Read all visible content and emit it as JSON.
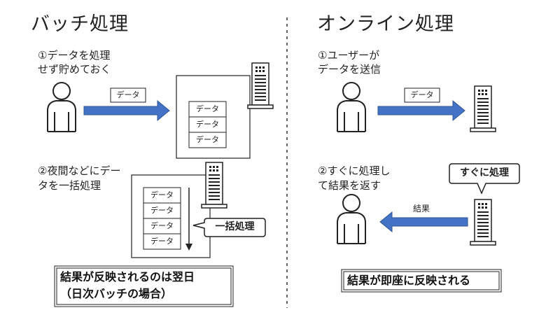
{
  "batch": {
    "title": "バッチ処理",
    "step1_line1": "①データを処理",
    "step1_line2": "せず貯めておく",
    "arrow_label": "データ",
    "stored_items": [
      "データ",
      "データ",
      "データ"
    ],
    "step2_line1": "②夜間などにデー",
    "step2_line2": "タを一括処理",
    "processing_items": [
      "データ",
      "データ",
      "データ",
      "データ"
    ],
    "bulk_callout": "一括処理",
    "result_line1": "結果が反映されるのは翌日",
    "result_line2": "（日次バッチの場合）"
  },
  "online": {
    "title": "オンライン処理",
    "step1_line1": "①ユーザーが",
    "step1_line2": "データを送信",
    "arrow_label": "データ",
    "step2_line1": "②すぐに処理し",
    "step2_line2": "て結果を返す",
    "immediate_callout": "すぐに処理",
    "return_label": "結果",
    "result": "結果が即座に反映される"
  },
  "colors": {
    "arrow": "#4472c4",
    "line": "#222222",
    "server_fill": "#ffffff"
  }
}
